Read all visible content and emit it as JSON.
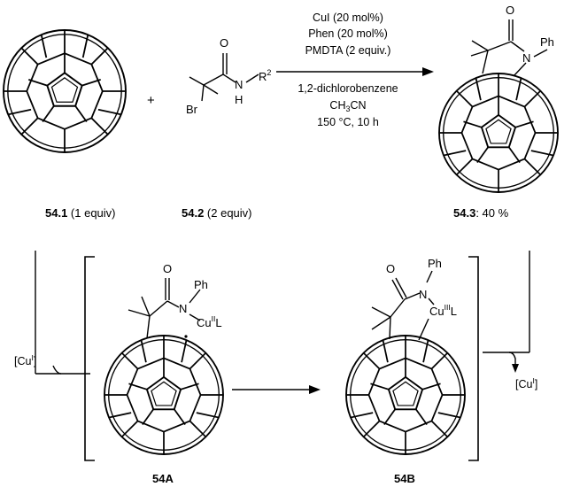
{
  "compounds": {
    "c60": {
      "label": "54.1",
      "equiv": " (1 equiv)"
    },
    "reagent": {
      "label": "54.2",
      "equiv": " (2 equiv)"
    },
    "product": {
      "label": "54.3",
      "yield": ": 40 %"
    },
    "int_a": {
      "label": "54A"
    },
    "int_b": {
      "label": "54B"
    }
  },
  "conditions": [
    "CuI (20 mol%)",
    "Phen (20 mol%)",
    "PMDTA (2 equiv.)",
    "1,2-dichlorobenzene",
    "CH",
    "150 °C, 10 h"
  ],
  "cond_sub": {
    "sub": "3",
    "tail": "CN"
  },
  "plus": "+",
  "atoms": {
    "O": "O",
    "N": "N",
    "H": "H",
    "Br": "Br",
    "R": "R",
    "R_sup": "2",
    "Ph": "Ph",
    "Cu": "Cu",
    "L": "L",
    "sup_II": "II",
    "sup_III": "III",
    "sup_I": "I"
  },
  "catalyst": {
    "open": "[Cu",
    "close": "]"
  }
}
